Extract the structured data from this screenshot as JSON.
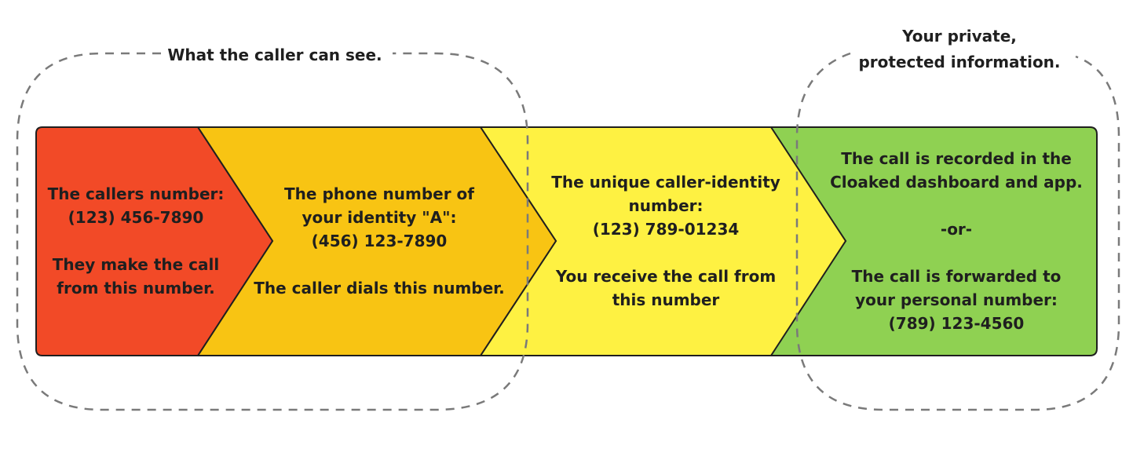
{
  "regions": {
    "caller_view_label": "What the caller can see.",
    "private_info_label": [
      "Your private,",
      "protected information."
    ]
  },
  "steps": [
    {
      "id": "caller-number",
      "color": "#f24a27",
      "lines": [
        "The callers number:",
        "(123) 456-7890",
        "",
        "They make the call",
        "from this number."
      ]
    },
    {
      "id": "identity-number",
      "color": "#f8c413",
      "lines": [
        "The phone number of",
        "your identity \"A\":",
        "(456) 123-7890",
        "",
        "The caller dials this number."
      ]
    },
    {
      "id": "caller-identity-number",
      "color": "#fef142",
      "lines": [
        "The unique caller-identity",
        "number:",
        "(123) 789-01234",
        "",
        "You receive the call from",
        "this number"
      ]
    },
    {
      "id": "recorded-or-forwarded",
      "color": "#8fd152",
      "lines": [
        "The call is recorded in the",
        "Cloaked dashboard and app.",
        "",
        "-or-",
        "",
        "The call is forwarded to",
        "your personal number:",
        "(789) 123-4560"
      ]
    }
  ],
  "colors": {
    "outline": "#1f1f1f",
    "dashed_border": "#7a7a7a",
    "text": "#1f1f1f"
  }
}
